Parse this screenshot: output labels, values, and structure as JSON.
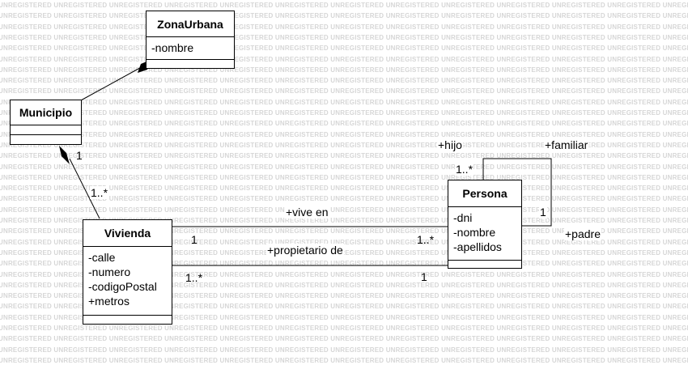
{
  "watermark": "UNREGISTERED",
  "classes": {
    "zonaurbana": {
      "name": "ZonaUrbana",
      "attributes": [
        "-nombre"
      ]
    },
    "municipio": {
      "name": "Municipio",
      "attributes": []
    },
    "vivienda": {
      "name": "Vivienda",
      "attributes": [
        "-calle",
        "-numero",
        "-codigoPostal",
        "+metros"
      ]
    },
    "persona": {
      "name": "Persona",
      "attributes": [
        "-dni",
        "-nombre",
        "-apellidos"
      ]
    }
  },
  "labels": {
    "municipio_vivienda_1": "1",
    "municipio_vivienda_many": "1..*",
    "vive_en": "+vive en",
    "vive_en_vivienda_mult": "1",
    "vive_en_persona_mult": "1..*",
    "propietario_de": "+propietario de",
    "propietario_vivienda_mult": "1..*",
    "propietario_persona_mult": "1",
    "hijo": "+hijo",
    "hijo_mult": "1..*",
    "familiar": "+familiar",
    "padre": "+padre",
    "padre_mult": "1"
  },
  "colors": {
    "line": "#000000",
    "watermark": "#d6d6d6"
  }
}
